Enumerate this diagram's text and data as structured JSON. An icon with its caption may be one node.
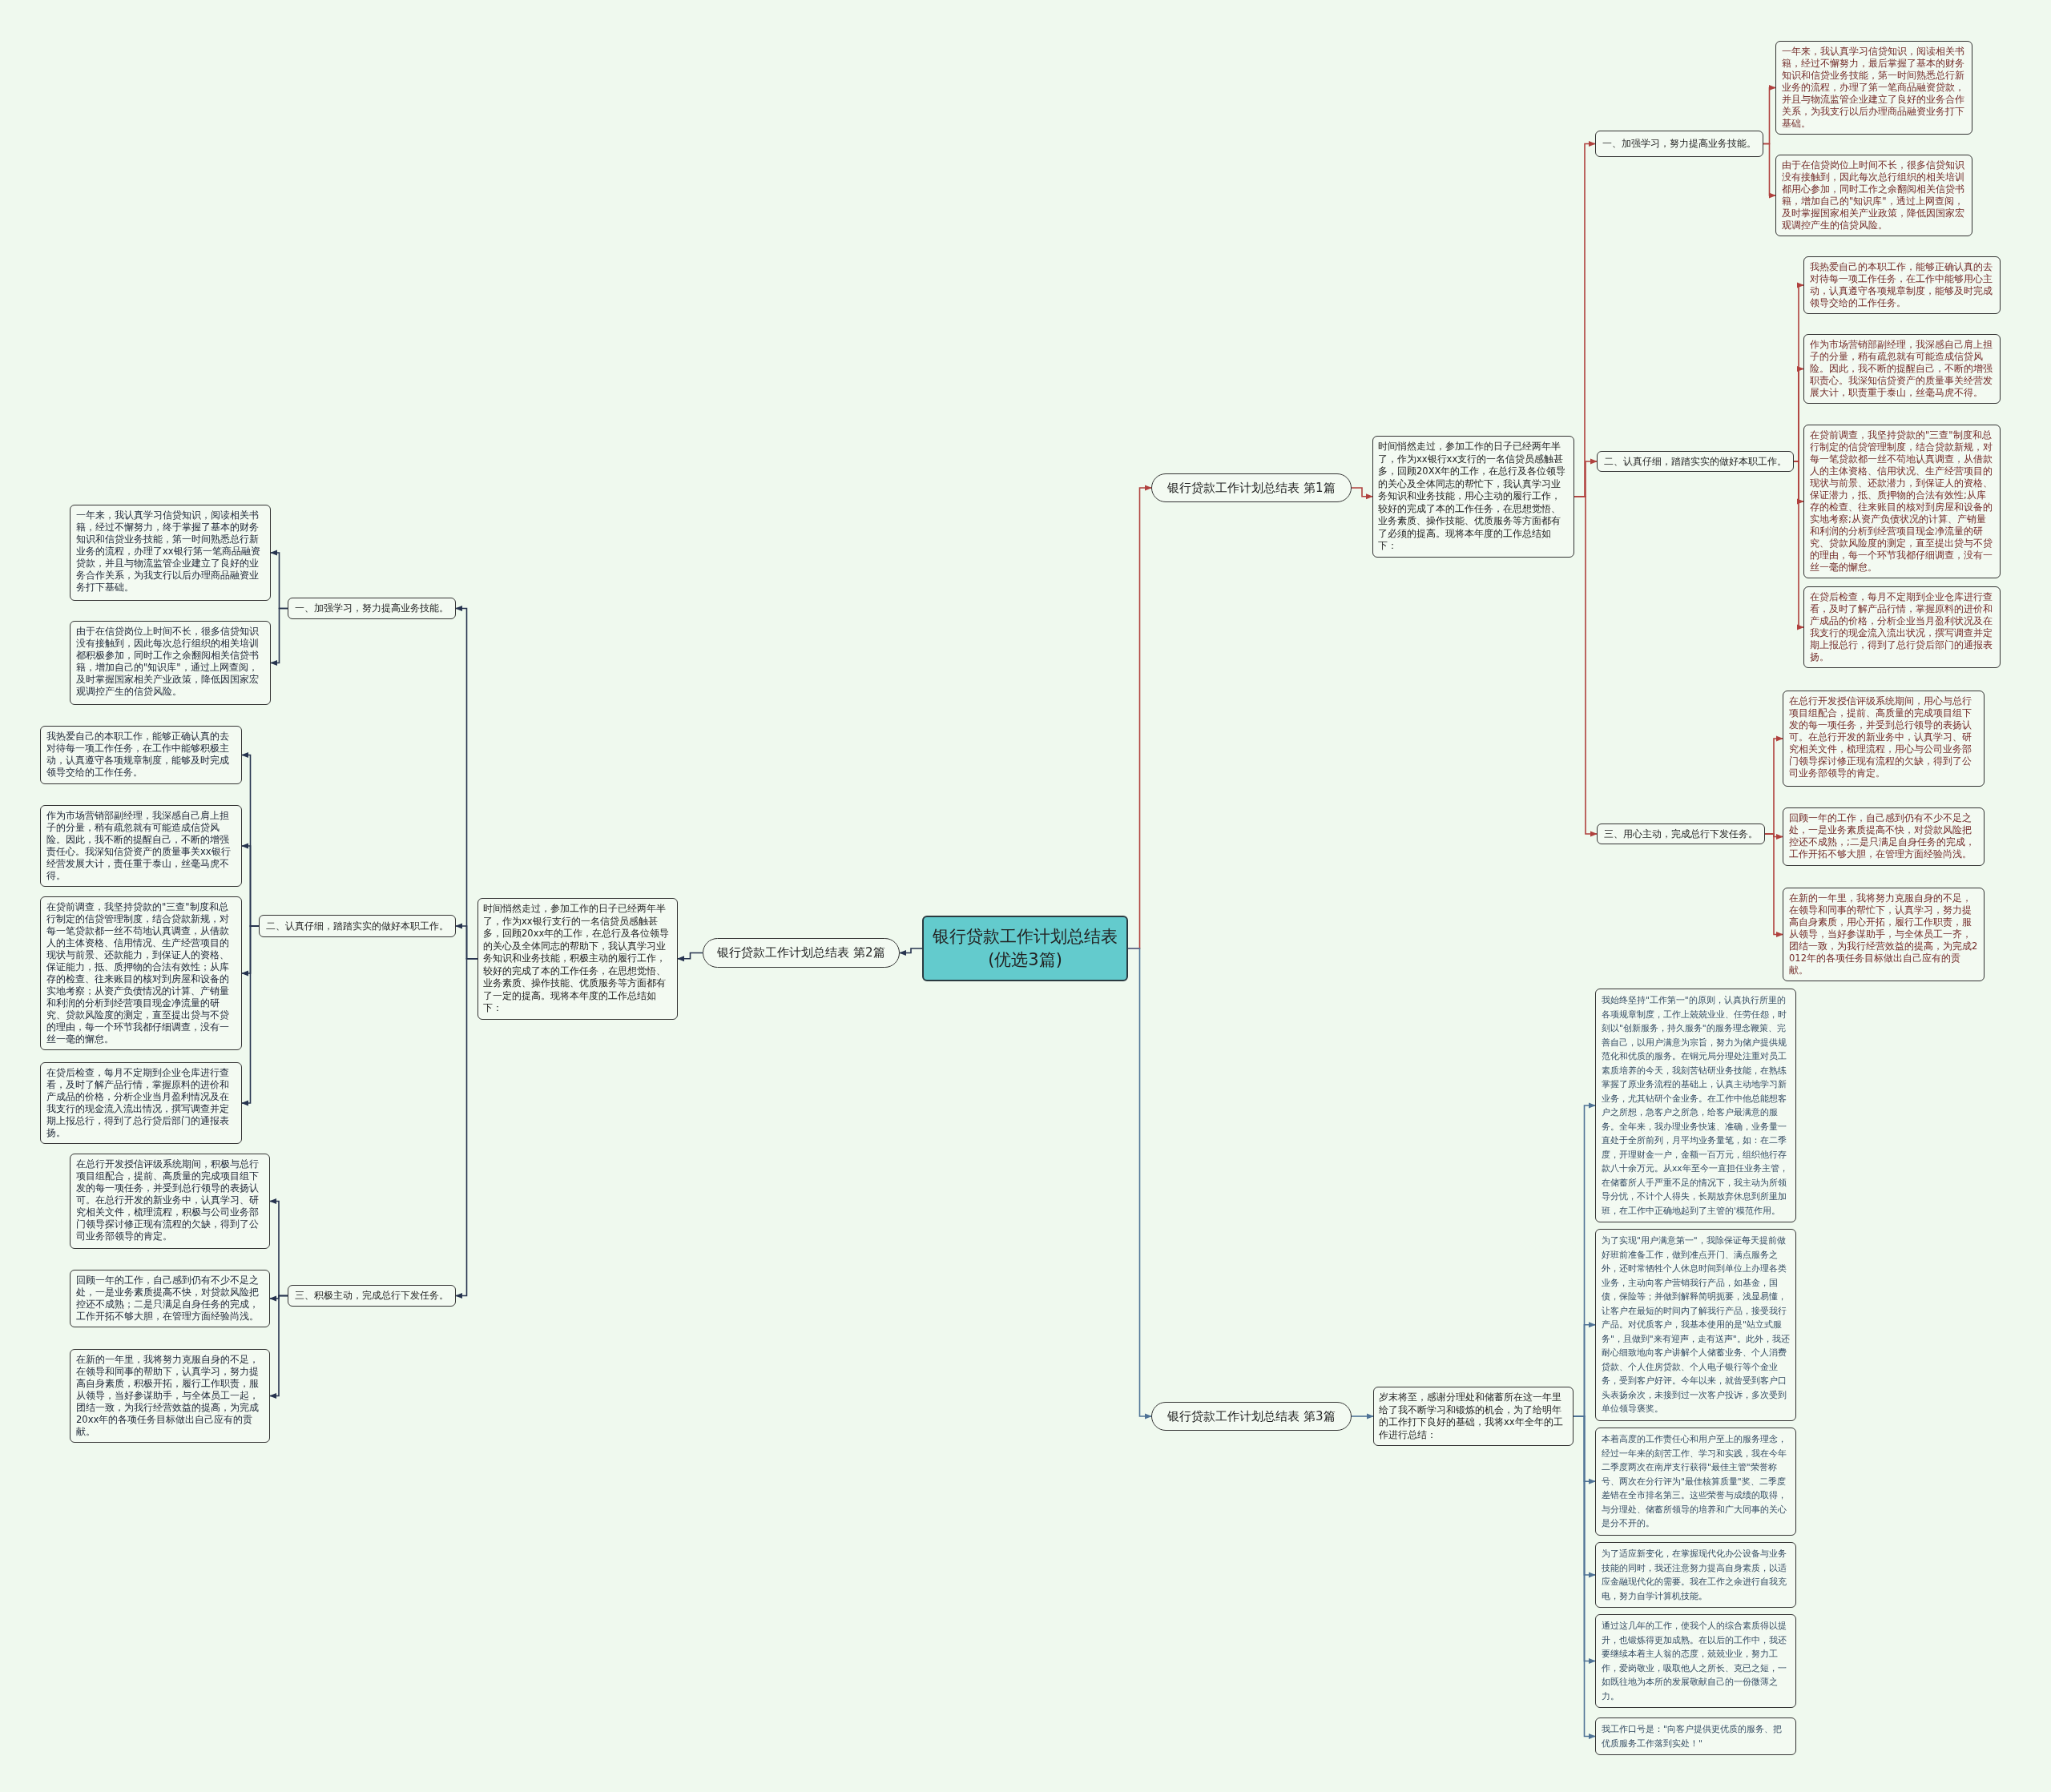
{
  "diagram": {
    "nodes": [
      {
        "text": [
          "银行贷款工作计划总结表(优选3篇)"
        ]
      },
      {
        "text": [
          "银行贷款工作计划总结表 第1篇"
        ]
      },
      {
        "text": [
          "时间悄然走过，参加工作的日子已经两年半了，作为xx银行xx支行的一名信贷员感触甚多，回顾20XX年的工作，在总行及各位领导的关心及全体同志的帮忙下，我认真学习业务知识和业务技能，用心主动的履行工作，较好的完成了本的工作任务，在思想觉悟、业务素质、操作技能、优质服务等方面都有了必须的提高。现将本年度的工作总结如下："
        ]
      },
      {
        "text": [
          "一、加强学习，努力提高业务技能。"
        ]
      },
      {
        "text": [
          "一年来，我认真学习信贷知识，阅读相关书籍，经过不懈努力，最后掌握了基本的财务知识和信贷业务技能，第一时间熟悉总行新业务的流程，办理了第一笔商品融资贷款，并且与物流监管企业建立了良好的业务合作关系，为我支行以后办理商品融资业务打下基础。"
        ]
      },
      {
        "text": [
          "由于在信贷岗位上时间不长，很多信贷知识没有接触到，因此每次总行组织的相关培训都用心参加，同时工作之余翻阅相关信贷书籍，增加自己的\"知识库\"，透过上网查阅，及时掌握国家相关产业政策，降低因国家宏观调控产生的信贷风险。"
        ]
      },
      {
        "text": [
          "二、认真仔细，踏踏实实的做好本职工作。"
        ]
      },
      {
        "text": [
          "我热爱自己的本职工作，能够正确认真的去对待每一项工作任务，在工作中能够用心主动，认真遵守各项规章制度，能够及时完成领导交给的工作任务。"
        ]
      },
      {
        "text": [
          "作为市场营销部副经理，我深感自己肩上担子的分量，稍有疏忽就有可能造成信贷风险。因此，我不断的提醒自己，不断的增强职责心。我深知信贷资产的质量事关经营发展大计，职责重于泰山，丝毫马虎不得。"
        ]
      },
      {
        "text": [
          "在贷前调查，我坚持贷款的\"三查\"制度和总行制定的信贷管理制度，结合贷款新规，对每一笔贷款都一丝不苟地认真调查，从借款人的主体资格、信用状况、生产经营项目的现状与前景、还款潜力，到保证人的资格、保证潜力，抵、质押物的合法有效性;从库存的检查、往来账目的核对到房屋和设备的实地考察;从资产负债状况的计算、产销量和利润的分析到经营项目现金净流量的研究、贷款风险度的测定，直至提出贷与不贷的理由，每一个环节我都仔细调查，没有一丝一毫的懈怠。"
        ]
      },
      {
        "text": [
          "在贷后检查，每月不定期到企业仓库进行查看，及时了解产品行情，掌握原料的进价和产成品的价格，分析企业当月盈利状况及在我支行的现金流入流出状况，撰写调查并定期上报总行，得到了总行贷后部门的通报表扬。"
        ]
      },
      {
        "text": [
          "三、用心主动，完成总行下发任务。"
        ]
      },
      {
        "text": [
          "在总行开发授信评级系统期间，用心与总行项目组配合，提前、高质量的完成项目组下发的每一项任务，并受到总行领导的表扬认可。在总行开发的新业务中，认真学习、研究相关文件，梳理流程，用心与公司业务部门领导探讨修正现有流程的欠缺，得到了公司业务部领导的肯定。"
        ]
      },
      {
        "text": [
          "回顾一年的工作，自己感到仍有不少不足之处，一是业务素质提高不快，对贷款风险把控还不成熟，;二是只满足自身任务的完成，工作开拓不够大胆，在管理方面经验尚浅。"
        ]
      },
      {
        "text": [
          "在新的一年里，我将努力克服自身的不足，在领导和同事的帮忙下，认真学习，努力提高自身素质，用心开拓，履行工作职责，服从领导，当好参谋助手，与全体员工一齐，团结一致，为我行经营效益的提高，为完成2012年的各项任务目标做出自己应有的贡献。"
        ]
      },
      {
        "text": [
          "银行贷款工作计划总结表 第2篇"
        ]
      },
      {
        "text": [
          "时间悄然走过，参加工作的日子已经两年半了，作为xx银行支行的一名信贷员感触甚多，回顾20xx年的工作，在总行及各位领导的关心及全体同志的帮助下，我认真学习业务知识和业务技能，积极主动的履行工作，较好的完成了本的工作任务，在思想觉悟、业务素质、操作技能、优质服务等方面都有了一定的提高。现将本年度的工作总结如下："
        ]
      },
      {
        "text": [
          "一、加强学习，努力提高业务技能。"
        ]
      },
      {
        "text": [
          "一年来，我认真学习信贷知识，阅读相关书籍，经过不懈努力，终于掌握了基本的财务知识和信贷业务技能，第一时间熟悉总行新业务的流程，办理了xx银行第一笔商品融资贷款，并且与物流监管企业建立了良好的业务合作关系，为我支行以后办理商品融资业务打下基础。"
        ]
      },
      {
        "text": [
          "由于在信贷岗位上时间不长，很多信贷知识没有接触到，因此每次总行组织的相关培训都积极参加，同时工作之余翻阅相关信贷书籍，增加自己的\"知识库\"，通过上网查阅，及时掌握国家相关产业政策，降低因国家宏观调控产生的信贷风险。"
        ]
      },
      {
        "text": [
          "二、认真仔细，踏踏实实的做好本职工作。"
        ]
      },
      {
        "text": [
          "我热爱自己的本职工作，能够正确认真的去对待每一项工作任务，在工作中能够积极主动，认真遵守各项规章制度，能够及时完成领导交给的工作任务。"
        ]
      },
      {
        "text": [
          "作为市场营销部副经理，我深感自己肩上担子的分量，稍有疏忽就有可能造成信贷风险。因此，我不断的提醒自己，不断的增强责任心。我深知信贷资产的质量事关xx银行经营发展大计，责任重于泰山，丝毫马虎不得。"
        ]
      },
      {
        "text": [
          "在贷前调查，我坚持贷款的\"三查\"制度和总行制定的信贷管理制度，结合贷款新规，对每一笔贷款都一丝不苟地认真调查，从借款人的主体资格、信用情况、生产经营项目的现状与前景、还款能力，到保证人的资格、保证能力，抵、质押物的合法有效性；从库存的检查、往来账目的核对到房屋和设备的实地考察；从资产负债情况的计算、产销量和利润的分析到经营项目现金净流量的研究、贷款风险度的测定，直至提出贷与不贷的理由，每一个环节我都仔细调查，没有一丝一毫的懈怠。"
        ]
      },
      {
        "text": [
          "在贷后检查，每月不定期到企业仓库进行查看，及时了解产品行情，掌握原料的进价和产成品的价格，分析企业当月盈利情况及在我支行的现金流入流出情况，撰写调查并定期上报总行，得到了总行贷后部门的通报表扬。"
        ]
      },
      {
        "text": [
          "三、积极主动，完成总行下发任务。"
        ]
      },
      {
        "text": [
          "在总行开发授信评级系统期间，积极与总行项目组配合，提前、高质量的完成项目组下发的每一项任务，并受到总行领导的表扬认可。在总行开发的新业务中，认真学习、研究相关文件，梳理流程，积极与公司业务部门领导探讨修正现有流程的欠缺，得到了公司业务部领导的肯定。"
        ]
      },
      {
        "text": [
          "回顾一年的工作，自己感到仍有不少不足之处，一是业务素质提高不快，对贷款风险把控还不成熟；二是只满足自身任务的完成，工作开拓不够大胆，在管理方面经验尚浅。"
        ]
      },
      {
        "text": [
          "在新的一年里，我将努力克服自身的不足，在领导和同事的帮助下，认真学习，努力提高自身素质，积极开拓，履行工作职责，服从领导，当好参谋助手，与全体员工一起，团结一致，为我行经营效益的提高，为完成20xx年的各项任务目标做出自己应有的贡献。"
        ]
      },
      {
        "text": [
          "银行贷款工作计划总结表 第3篇"
        ]
      },
      {
        "text": [
          "岁末将至，感谢分理处和储蓄所在这一年里给了我不断学习和锻炼的机会，为了给明年的工作打下良好的基础，我将xx年全年的工作进行总结："
        ]
      },
      {
        "text": [
          "我始终坚持\"工作第一\"的原则，认真执行所里的各项规章制度，工作上兢兢业业、任劳任怨，时刻以\"创新服务，持久服务\"的服务理念鞭策、完善自己，以用户满意为宗旨，努力为储户提供规范化和优质的服务。在铜元局分理处注重对员工素质培养的今天，我刻苦钻研业务技能，在熟练掌握了原业务流程的基础上，认真主动地学习新业务，尤其钻研个金业务。在工作中他总能想客户之所想，急客户之所急，给客户最满意的服务。全年来，我办理业务快速、准确，业务量一直处于全所前列，月平均业务量笔，如：在二季度，开理财金一户，金额一百万元，组织他行存款八十余万元。从xx年至今一直担任业务主管，在储蓄所人手严重不足的情况下，我主动为所领导分忧，不计个人得失，长期放弃休息到所里加班，在工作中正确地起到了主管的'模范作用。"
        ]
      },
      {
        "text": [
          "为了实现\"用户满意第一\"，我除保证每天提前做好班前准备工作，做到准点开门、满点服务之外，还时常牺牲个人休息时间到单位上办理各类业务，主动向客户营销我行产品，如基金，国债，保险等；并做到解释简明扼要，浅显易懂，让客户在最短的时间内了解我行产品，接受我行产品。对优质客户，我基本使用的是\"站立式服务\"，且做到\"来有迎声，走有送声\"。此外，我还耐心细致地向客户讲解个人储蓄业务、个人消费贷款、个人住房贷款、个人电子银行等个金业务，受到客户好评。今年以来，就曾受到客户口头表扬余次，未接到过一次客户投诉，多次受到单位领导褒奖。"
        ]
      },
      {
        "text": [
          "本着高度的工作责任心和用户至上的服务理念，经过一年来的刻苦工作、学习和实践，我在今年二季度两次在南岸支行获得\"最佳主管\"荣誉称号、两次在分行评为\"最佳核算质量\"奖、二季度差错在全市排名第三。这些荣誉与成绩的取得，与分理处、储蓄所领导的培养和广大同事的关心是分不开的。"
        ]
      },
      {
        "text": [
          "为了适应新变化，在掌握现代化办公设备与业务技能的同时，我还注意努力提高自身素质，以适应金融现代化的需要。我在工作之余进行自我充电，努力自学计算机技能。"
        ]
      },
      {
        "text": [
          "通过这几年的工作，使我个人的综合素质得以提升，也锻炼得更加成熟。在以后的工作中，我还要继续本着主人翁的态度，兢兢业业，努力工作，爱岗敬业，吸取他人之所长、克已之短，一如既往地为本所的发展敬献自己的一份微薄之力。"
        ]
      },
      {
        "text": [
          "我工作口号是：\"向客户提供更优质的服务、把优质服务工作落到实处！\""
        ]
      }
    ],
    "edges": [
      {
        "from": 0,
        "to": 1,
        "arrow": "to",
        "color": "#b0413e"
      },
      {
        "from": 1,
        "to": 2,
        "arrow": "to",
        "color": "#b0413e"
      },
      {
        "from": 2,
        "to": 3,
        "arrow": "to",
        "color": "#b0413e"
      },
      {
        "from": 3,
        "to": 4,
        "arrow": "to",
        "color": "#b0413e"
      },
      {
        "from": 3,
        "to": 5,
        "arrow": "to",
        "color": "#b0413e"
      },
      {
        "from": 2,
        "to": 6,
        "arrow": "to",
        "color": "#b0413e"
      },
      {
        "from": 6,
        "to": 7,
        "arrow": "to",
        "color": "#b0413e"
      },
      {
        "from": 6,
        "to": 8,
        "arrow": "to",
        "color": "#b0413e"
      },
      {
        "from": 6,
        "to": 9,
        "arrow": "to",
        "color": "#b0413e"
      },
      {
        "from": 6,
        "to": 10,
        "arrow": "to",
        "color": "#b0413e"
      },
      {
        "from": 2,
        "to": 11,
        "arrow": "to",
        "color": "#b0413e"
      },
      {
        "from": 11,
        "to": 12,
        "arrow": "to",
        "color": "#b0413e"
      },
      {
        "from": 11,
        "to": 13,
        "arrow": "to",
        "color": "#b0413e"
      },
      {
        "from": 11,
        "to": 14,
        "arrow": "to",
        "color": "#b0413e"
      },
      {
        "from": 0,
        "to": 15,
        "arrow": "to",
        "color": "#27344f"
      },
      {
        "from": 15,
        "to": 16,
        "arrow": "to",
        "color": "#27344f"
      },
      {
        "from": 16,
        "to": 17,
        "arrow": "to",
        "color": "#27344f"
      },
      {
        "from": 17,
        "to": 18,
        "arrow": "to",
        "color": "#27344f"
      },
      {
        "from": 17,
        "to": 19,
        "arrow": "to",
        "color": "#27344f"
      },
      {
        "from": 16,
        "to": 20,
        "arrow": "to",
        "color": "#27344f"
      },
      {
        "from": 20,
        "to": 21,
        "arrow": "to",
        "color": "#27344f"
      },
      {
        "from": 20,
        "to": 22,
        "arrow": "to",
        "color": "#27344f"
      },
      {
        "from": 20,
        "to": 23,
        "arrow": "to",
        "color": "#27344f"
      },
      {
        "from": 20,
        "to": 24,
        "arrow": "to",
        "color": "#27344f"
      },
      {
        "from": 16,
        "to": 25,
        "arrow": "to",
        "color": "#27344f"
      },
      {
        "from": 25,
        "to": 26,
        "arrow": "to",
        "color": "#27344f"
      },
      {
        "from": 25,
        "to": 27,
        "arrow": "to",
        "color": "#27344f"
      },
      {
        "from": 25,
        "to": 28,
        "arrow": "to",
        "color": "#27344f"
      },
      {
        "from": 0,
        "to": 29,
        "arrow": "to",
        "color": "#4f7396"
      },
      {
        "from": 29,
        "to": 30,
        "arrow": "to",
        "color": "#4f7396"
      },
      {
        "from": 30,
        "to": 31,
        "arrow": "to",
        "color": "#4f7396"
      },
      {
        "from": 30,
        "to": 32,
        "arrow": "to",
        "color": "#4f7396"
      },
      {
        "from": 30,
        "to": 33,
        "arrow": "to",
        "color": "#4f7396"
      },
      {
        "from": 30,
        "to": 34,
        "arrow": "to",
        "color": "#4f7396"
      },
      {
        "from": 30,
        "to": 35,
        "arrow": "to",
        "color": "#4f7396"
      },
      {
        "from": 30,
        "to": 36,
        "arrow": "to",
        "color": "#4f7396"
      }
    ]
  }
}
